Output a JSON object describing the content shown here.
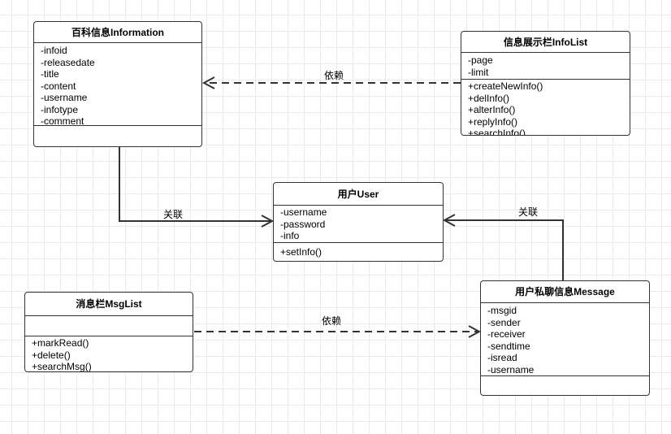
{
  "classes": {
    "information": {
      "title": "百科信息Information",
      "attributes": [
        "-infoid",
        "-releasedate",
        "-title",
        "-content",
        "-username",
        "-infotype",
        "-comment"
      ],
      "methods": []
    },
    "infolist": {
      "title": "信息展示栏InfoList",
      "attributes": [
        "-page",
        "-limit"
      ],
      "methods": [
        "+createNewInfo()",
        "+delInfo()",
        "+alterInfo()",
        "+replyInfo()",
        "+searchInfo()"
      ]
    },
    "user": {
      "title": "用户User",
      "attributes": [
        "-username",
        "-password",
        "-info"
      ],
      "methods": [
        "+setInfo()"
      ]
    },
    "msglist": {
      "title": "消息栏MsgList",
      "attributes": [],
      "methods": [
        "+markRead()",
        "+delete()",
        "+searchMsg()"
      ]
    },
    "message": {
      "title": "用户私聊信息Message",
      "attributes": [
        "-msgid",
        "-sender",
        "-receiver",
        "-sendtime",
        "-isread",
        "-username"
      ],
      "methods": []
    }
  },
  "relations": {
    "infolist_information": "依赖",
    "information_user": "关联",
    "message_user": "关联",
    "msglist_message": "依赖"
  }
}
